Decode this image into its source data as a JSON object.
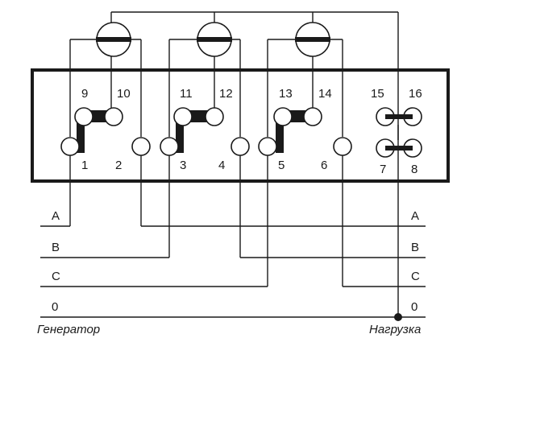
{
  "terminals": {
    "t1": "1",
    "t2": "2",
    "t3": "3",
    "t4": "4",
    "t5": "5",
    "t6": "6",
    "t7": "7",
    "t8": "8",
    "t9": "9",
    "t10": "10",
    "t11": "11",
    "t12": "12",
    "t13": "13",
    "t14": "14",
    "t15": "15",
    "t16": "16"
  },
  "lines_left": {
    "a": "A",
    "b": "B",
    "c": "C",
    "zero": "0"
  },
  "lines_right": {
    "a": "A",
    "b": "B",
    "c": "C",
    "zero": "0"
  },
  "generator_label": "Генератор",
  "load_label": "Нагрузка"
}
